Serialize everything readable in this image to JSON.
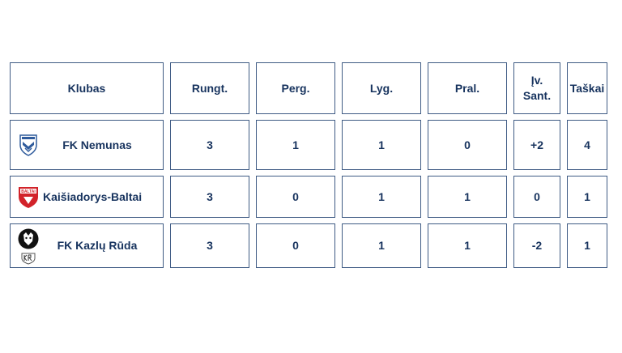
{
  "table": {
    "headers": {
      "club": "Klubas",
      "played": "Rungt.",
      "won": "Perg.",
      "drawn": "Lyg.",
      "lost": "Pral.",
      "goal_diff_line1": "Įv.",
      "goal_diff_line2": "Sant.",
      "points": "Taškai"
    },
    "rows": [
      {
        "club": "FK Nemunas",
        "logo_icon": "fk-nemunas-crest-icon",
        "played": "3",
        "won": "1",
        "drawn": "1",
        "lost": "0",
        "goal_diff": "+2",
        "points": "4"
      },
      {
        "club": "Kaišiadorys-Baltai",
        "logo_icon": "baltai-crest-icon",
        "logo_text": "BALTAI",
        "played": "3",
        "won": "0",
        "drawn": "1",
        "lost": "1",
        "goal_diff": "0",
        "points": "1"
      },
      {
        "club": "FK Kazlų Rūda",
        "logo_icon": "fk-kazlu-ruda-crest-icon",
        "played": "3",
        "won": "0",
        "drawn": "1",
        "lost": "1",
        "goal_diff": "-2",
        "points": "1"
      }
    ]
  },
  "colors": {
    "text": "#17335e",
    "border": "#3f5b84",
    "baltai_red": "#d2232a"
  }
}
